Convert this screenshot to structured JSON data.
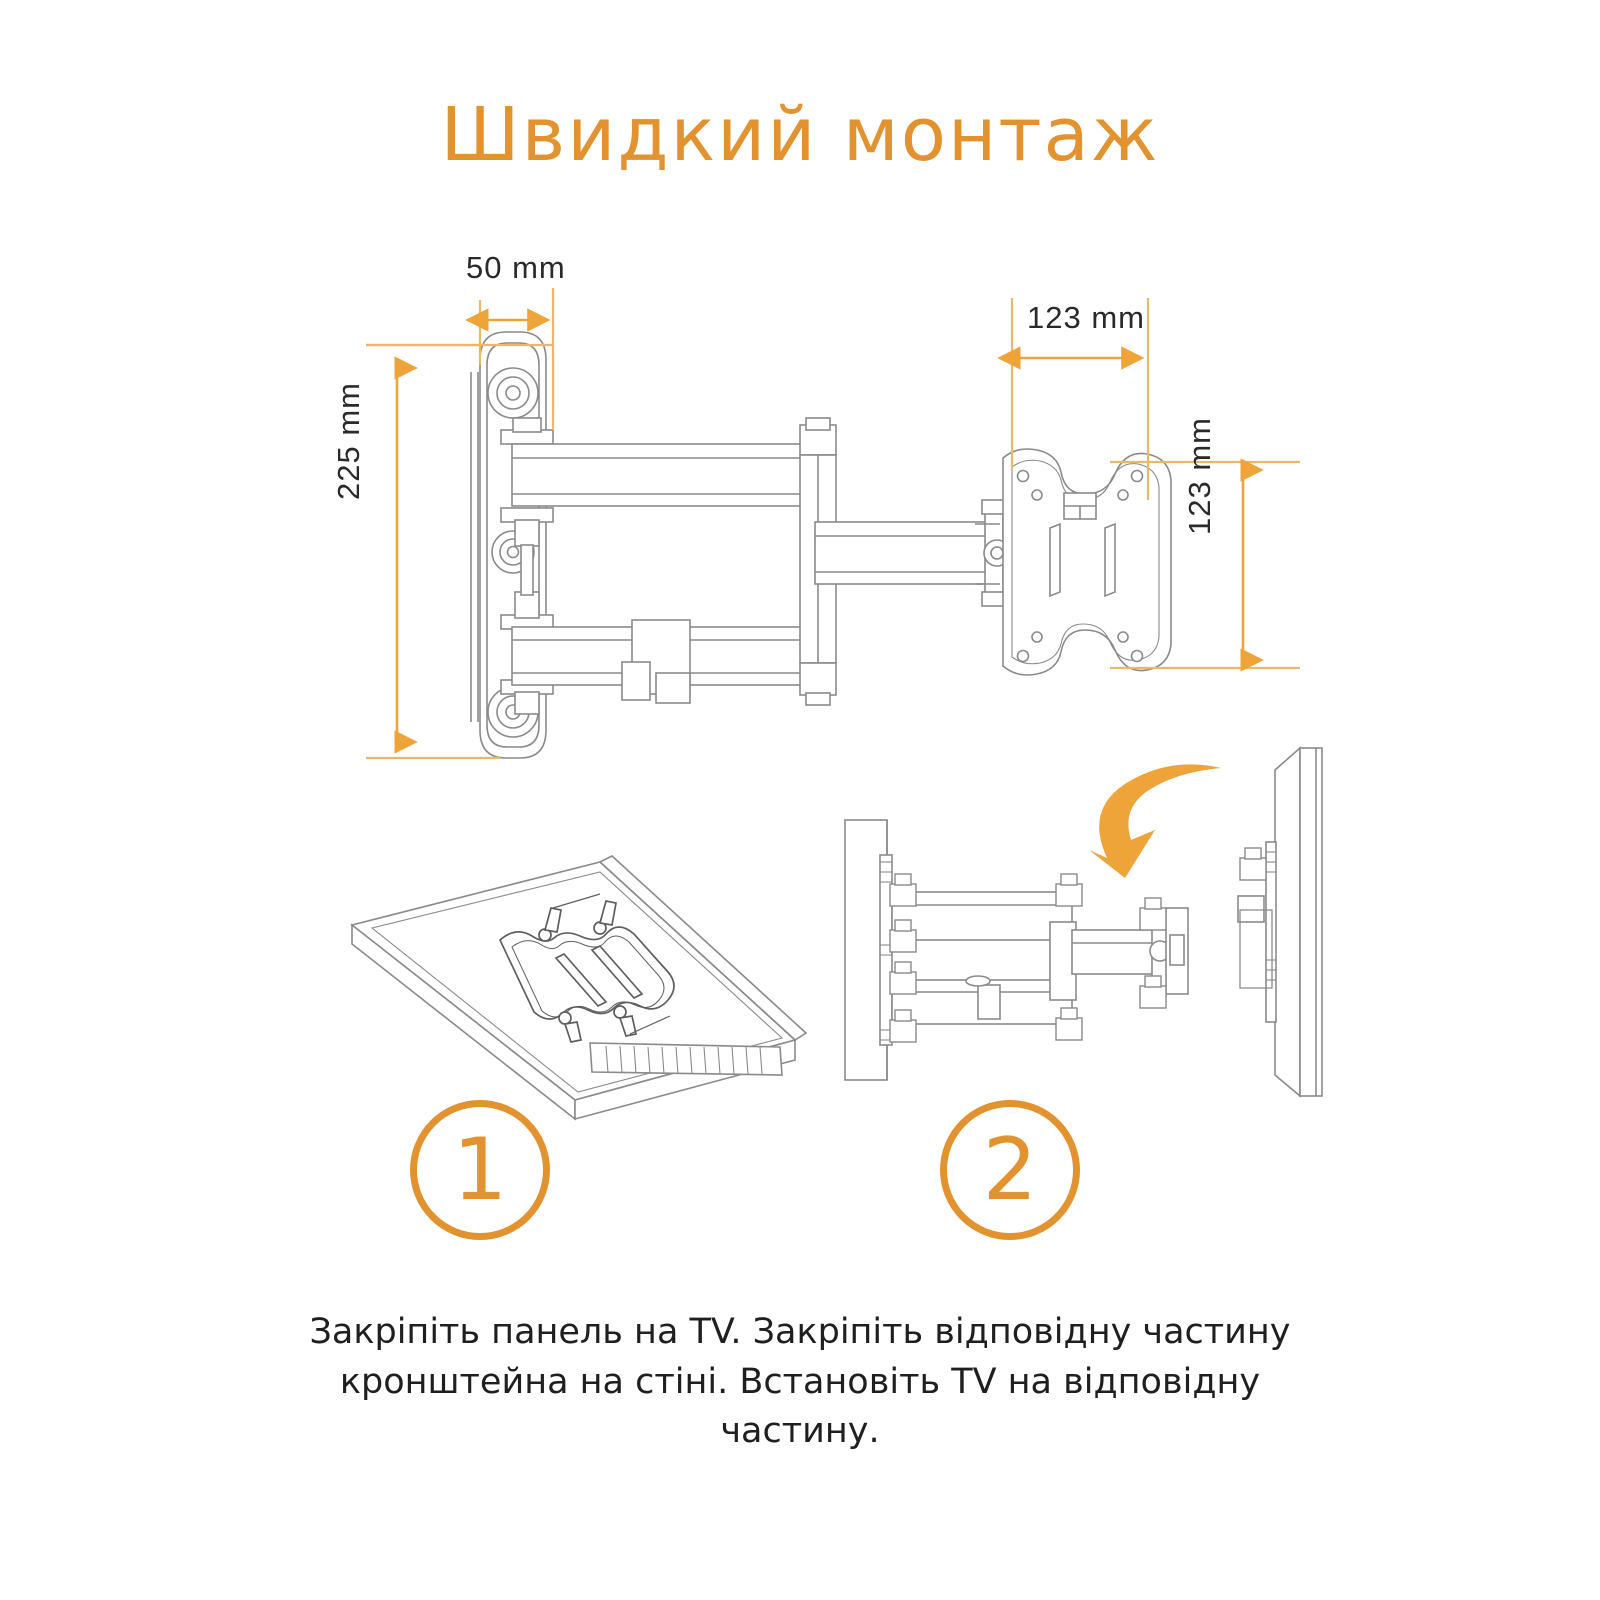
{
  "title": "Швидкий монтаж",
  "colors": {
    "accent_orange": "#E2922E",
    "arrow_orange": "#EFA43A",
    "line_gray": "#8a8a8a",
    "text_dark": "#1f1f1f",
    "background": "#FFFFFF"
  },
  "dimensions": {
    "depth_50": "50 mm",
    "height_225": "225 mm",
    "vesa_width_123": "123 mm",
    "vesa_height_123": "123 mm"
  },
  "steps": [
    {
      "number": "1",
      "icon": "tv-facedown-with-vesa-plate-illustration"
    },
    {
      "number": "2",
      "icon": "wall-arm-and-tv-panel-illustration"
    }
  ],
  "caption": "Закріпіть панель на TV. Закріпіть відповідну частину кронштейна на стіні. Встановіть TV на відповідну частину.",
  "diagram": {
    "main_drawing": "articulating-tv-wall-mount-side-view",
    "vesa_plate": "vesa-mounting-plate-front-view",
    "rotation_arrow": "curved-orange-rotation-arrow"
  }
}
